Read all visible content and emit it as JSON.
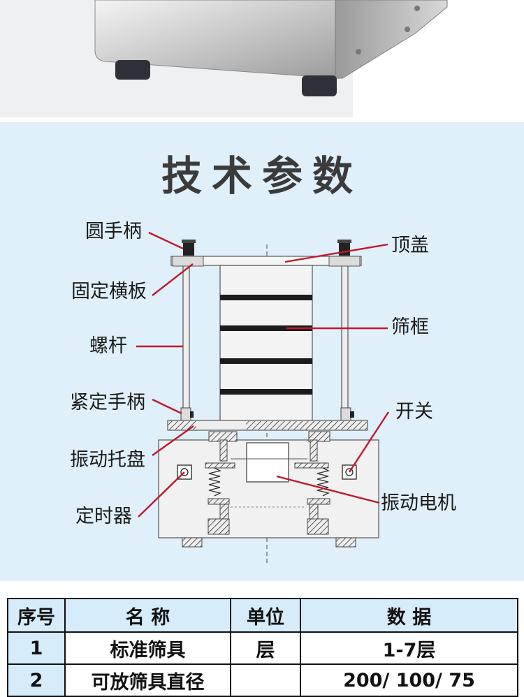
{
  "title": "技术参数",
  "labels": {
    "round_handle": "圆手柄",
    "fixed_crossplate": "固定横板",
    "screw_rod": "螺杆",
    "tighten_handle": "紧定手柄",
    "vibration_tray": "振动托盘",
    "timer": "定时器",
    "top_cover": "顶盖",
    "sieve_frame": "筛框",
    "switch": "开关",
    "vibration_motor": "振动电机"
  },
  "table": {
    "headers": [
      "序号",
      "名 称",
      "单位",
      "数 据"
    ],
    "rows": [
      [
        "1",
        "标准筛具",
        "层",
        "1-7层"
      ],
      [
        "2",
        "可放筛具直径",
        "",
        "200/ 100/ 75"
      ]
    ]
  },
  "colors": {
    "panel_bg": "#dff0fa",
    "leader_line": "#c0182a",
    "title": "#3b3b3b"
  }
}
